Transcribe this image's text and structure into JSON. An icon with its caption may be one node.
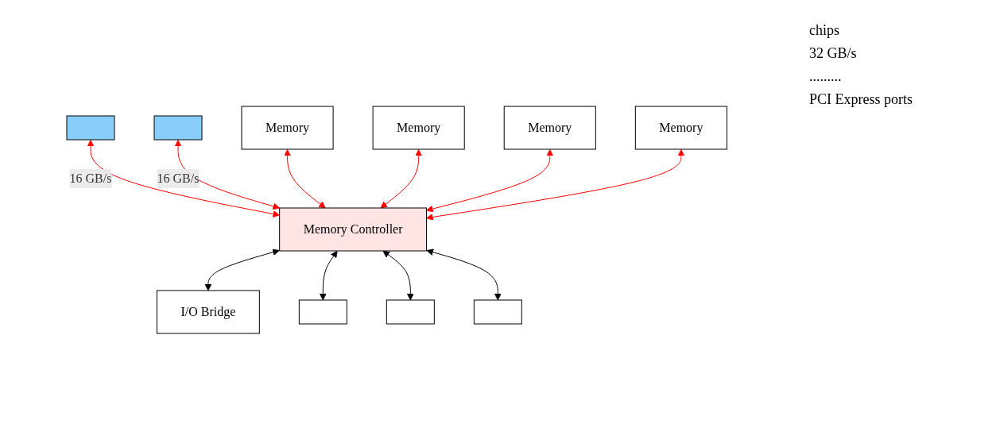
{
  "diagram": {
    "nodes": [
      {
        "text": [],
        "shape": "box"
      },
      {
        "text": [],
        "shape": "box"
      },
      {
        "text": [
          "Memory Controller"
        ]
      },
      {
        "text": [
          "I/O Bridge"
        ]
      },
      {
        "text": [
          "Memory"
        ]
      },
      {
        "text": [
          "Memory"
        ]
      },
      {
        "text": [
          "Memory"
        ]
      },
      {
        "text": [
          "Memory"
        ]
      },
      {
        "text": [],
        "shape": "box"
      },
      {
        "text": [],
        "shape": "box"
      },
      {
        "text": [],
        "shape": "box"
      }
    ],
    "edges": [
      {
        "from": 0,
        "to": 2,
        "arrow": "both",
        "label": "16 GB/s",
        "color": "#ff0000"
      },
      {
        "from": 1,
        "to": 2,
        "arrow": "both",
        "label": "16 GB/s",
        "color": "#ff0000"
      },
      {
        "from": 4,
        "to": 2,
        "arrow": "both",
        "color": "#ff0000"
      },
      {
        "from": 5,
        "to": 2,
        "arrow": "both",
        "color": "#ff0000"
      },
      {
        "from": 6,
        "to": 2,
        "arrow": "both",
        "color": "#ff0000"
      },
      {
        "from": 7,
        "to": 2,
        "arrow": "both",
        "color": "#ff0000"
      },
      {
        "from": 2,
        "to": 3,
        "arrow": "both",
        "color": "#000000"
      },
      {
        "from": 2,
        "to": 8,
        "arrow": "both",
        "color": "#000000"
      },
      {
        "from": 2,
        "to": 9,
        "arrow": "both",
        "color": "#000000"
      },
      {
        "from": 2,
        "to": 10,
        "arrow": "both",
        "color": "#000000"
      }
    ],
    "labels": [
      "chips",
      "32 GB/s",
      ".........",
      "PCI Express ports"
    ]
  }
}
